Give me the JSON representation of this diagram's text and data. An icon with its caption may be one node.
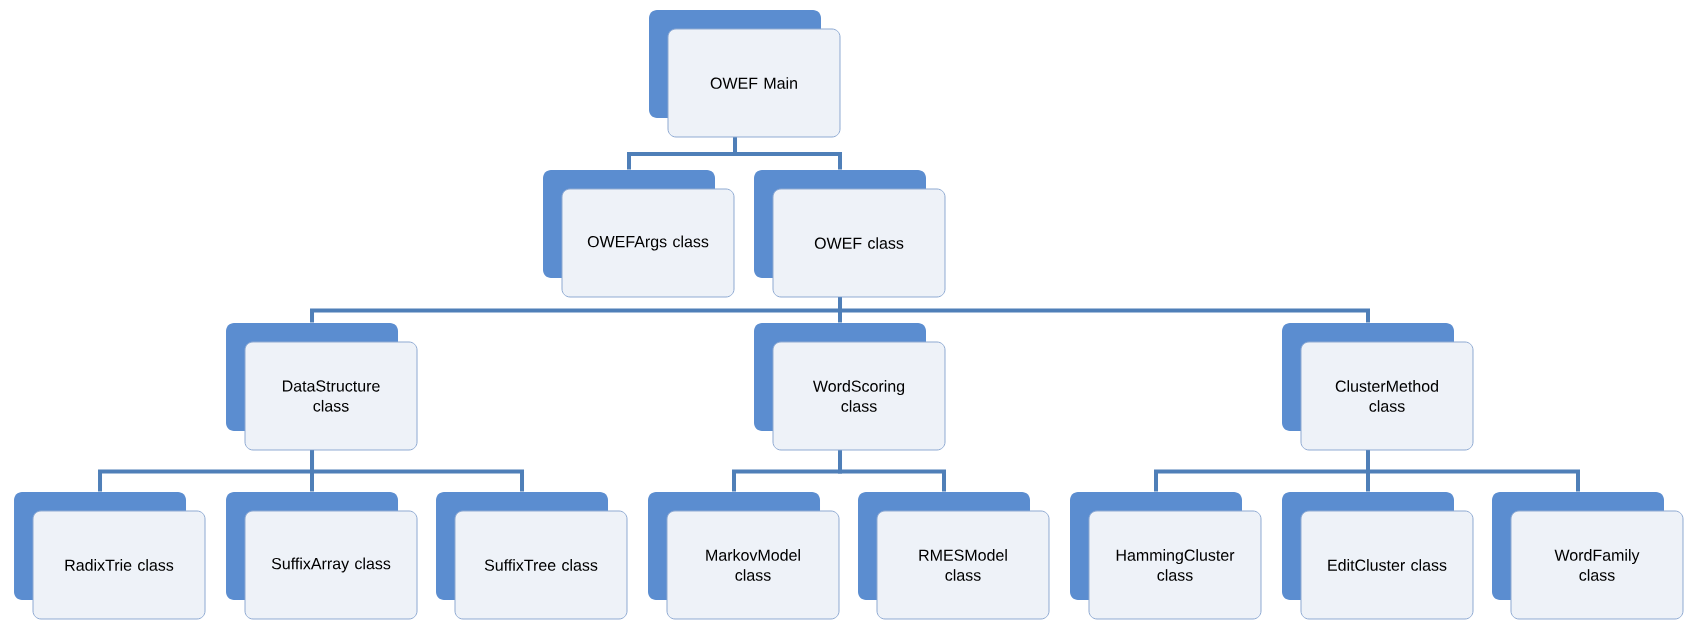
{
  "diagram": {
    "nodes": [
      {
        "text": [
          "OWEF Main"
        ]
      },
      {
        "text": [
          "OWEFArgs class"
        ]
      },
      {
        "text": [
          "OWEF class"
        ]
      },
      {
        "text": [
          "DataStructure class"
        ]
      },
      {
        "text": [
          "WordScoring class"
        ]
      },
      {
        "text": [
          "ClusterMethod class"
        ]
      },
      {
        "text": [
          "RadixTrie class"
        ]
      },
      {
        "text": [
          "SuffixArray class"
        ]
      },
      {
        "text": [
          "SuffixTree class"
        ]
      },
      {
        "text": [
          "MarkovModel class"
        ]
      },
      {
        "text": [
          "RMESModel class"
        ]
      },
      {
        "text": [
          "HammingCluster class"
        ]
      },
      {
        "text": [
          "EditCluster class"
        ]
      },
      {
        "text": [
          "WordFamily class"
        ]
      }
    ],
    "edges": [
      {
        "from": 0,
        "to": 1,
        "arrow": "none"
      },
      {
        "from": 0,
        "to": 2,
        "arrow": "none"
      },
      {
        "from": 2,
        "to": 3,
        "arrow": "none"
      },
      {
        "from": 2,
        "to": 4,
        "arrow": "none"
      },
      {
        "from": 2,
        "to": 5,
        "arrow": "none"
      },
      {
        "from": 3,
        "to": 6,
        "arrow": "none"
      },
      {
        "from": 3,
        "to": 7,
        "arrow": "none"
      },
      {
        "from": 3,
        "to": 8,
        "arrow": "none"
      },
      {
        "from": 4,
        "to": 9,
        "arrow": "none"
      },
      {
        "from": 4,
        "to": 10,
        "arrow": "none"
      },
      {
        "from": 5,
        "to": 11,
        "arrow": "none"
      },
      {
        "from": 5,
        "to": 12,
        "arrow": "none"
      },
      {
        "from": 5,
        "to": 13,
        "arrow": "none"
      }
    ]
  }
}
